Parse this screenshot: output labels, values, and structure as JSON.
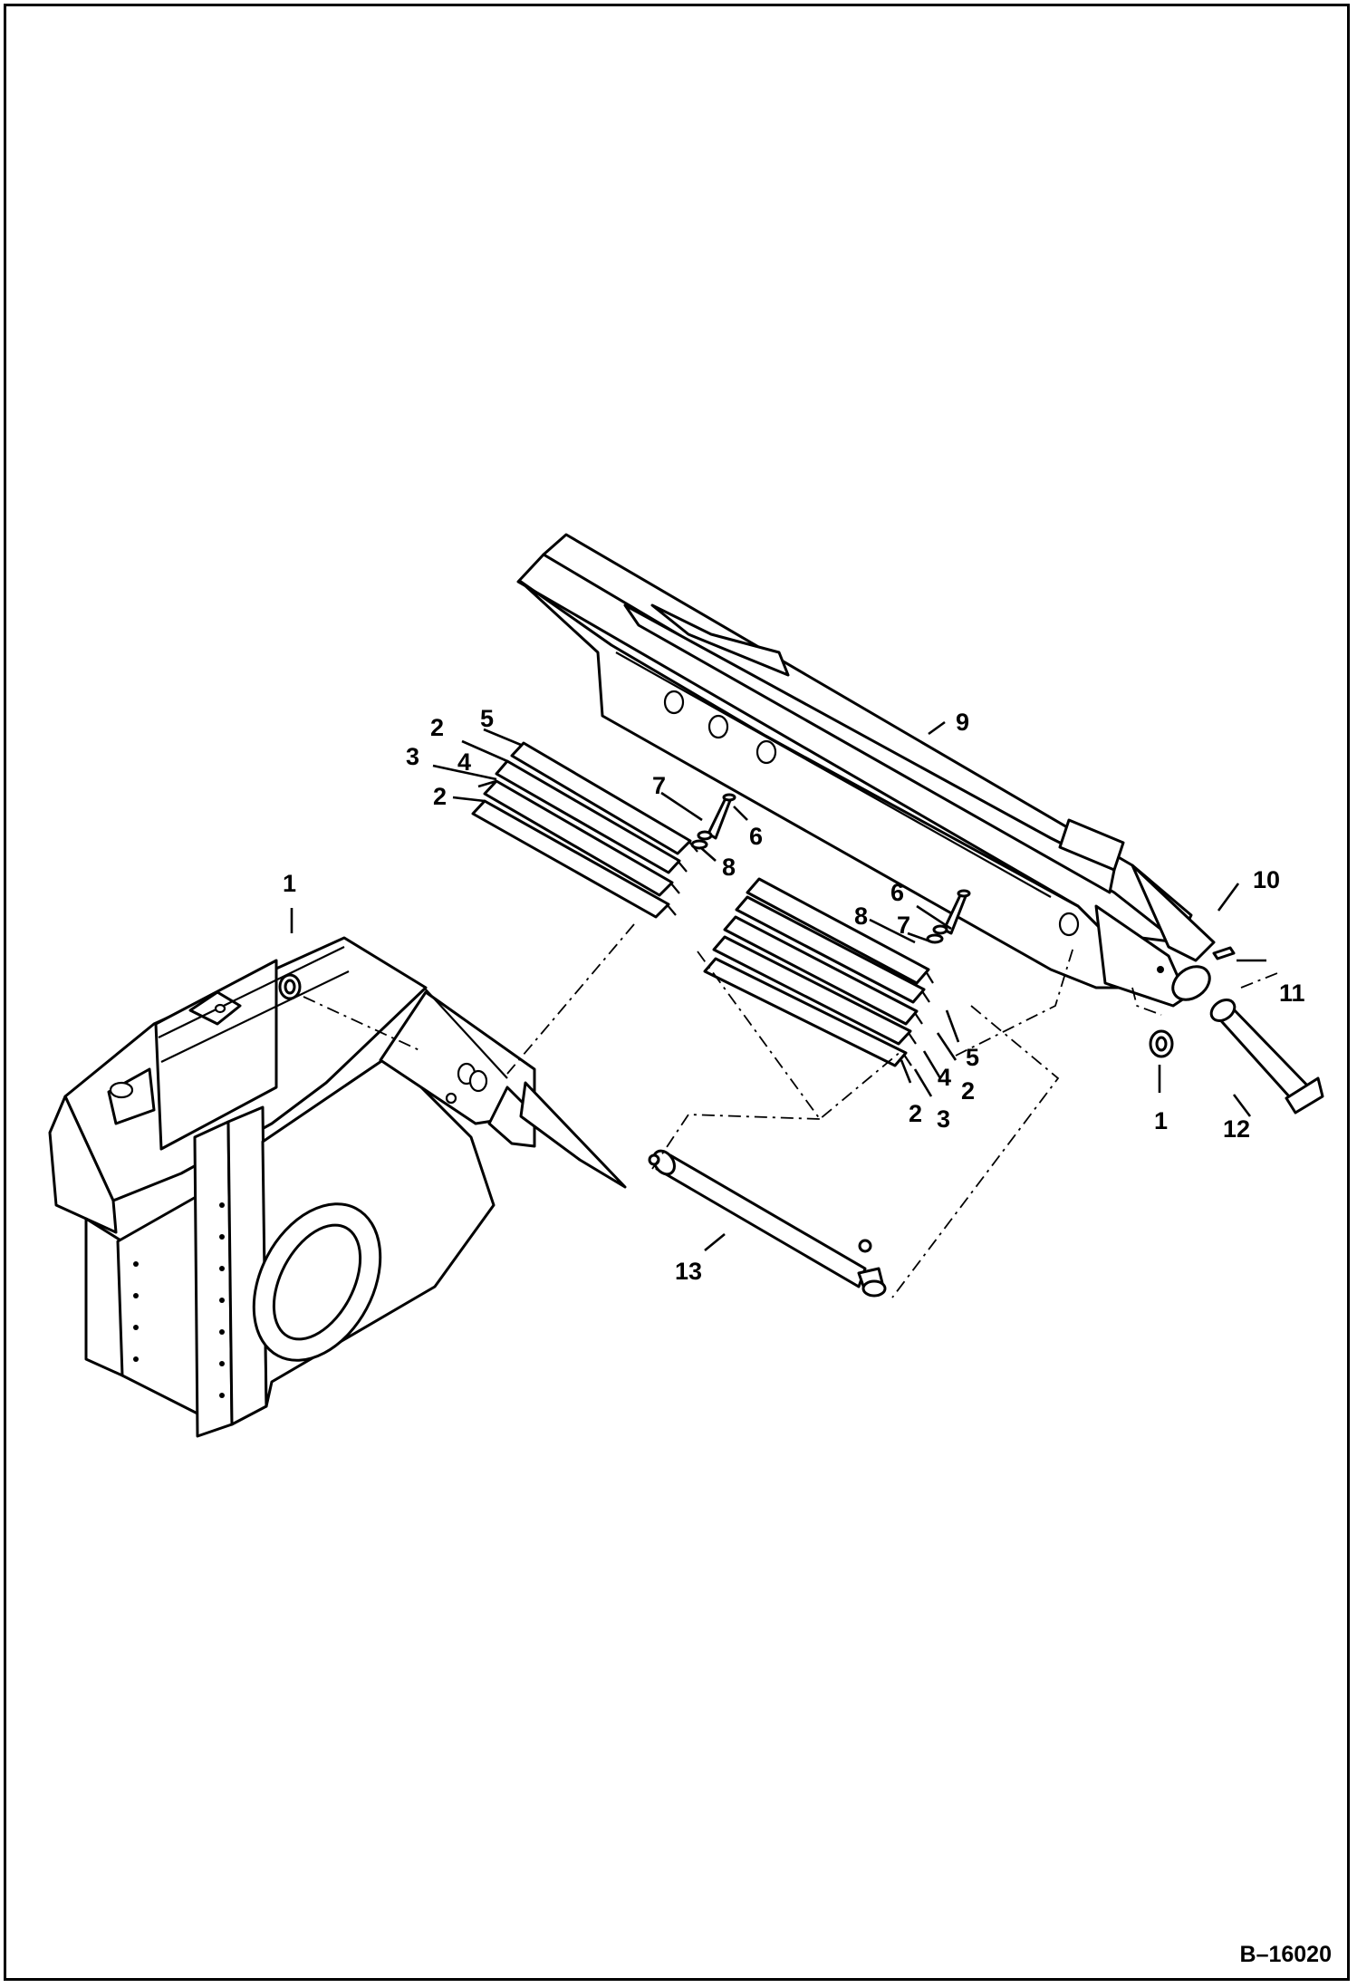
{
  "figure_id": "B–16020",
  "callouts": [
    {
      "id": "c1a",
      "label": "1"
    },
    {
      "id": "c1b",
      "label": "1"
    },
    {
      "id": "c2a",
      "label": "2"
    },
    {
      "id": "c2b",
      "label": "2"
    },
    {
      "id": "c2c",
      "label": "2"
    },
    {
      "id": "c2d",
      "label": "2"
    },
    {
      "id": "c3a",
      "label": "3"
    },
    {
      "id": "c3b",
      "label": "3"
    },
    {
      "id": "c4a",
      "label": "4"
    },
    {
      "id": "c4b",
      "label": "4"
    },
    {
      "id": "c5a",
      "label": "5"
    },
    {
      "id": "c5b",
      "label": "5"
    },
    {
      "id": "c6a",
      "label": "6"
    },
    {
      "id": "c6b",
      "label": "6"
    },
    {
      "id": "c7a",
      "label": "7"
    },
    {
      "id": "c7b",
      "label": "7"
    },
    {
      "id": "c8a",
      "label": "8"
    },
    {
      "id": "c8b",
      "label": "8"
    },
    {
      "id": "c9",
      "label": "9"
    },
    {
      "id": "c10",
      "label": "10"
    },
    {
      "id": "c11",
      "label": "11"
    },
    {
      "id": "c12",
      "label": "12"
    },
    {
      "id": "c13",
      "label": "13"
    }
  ]
}
